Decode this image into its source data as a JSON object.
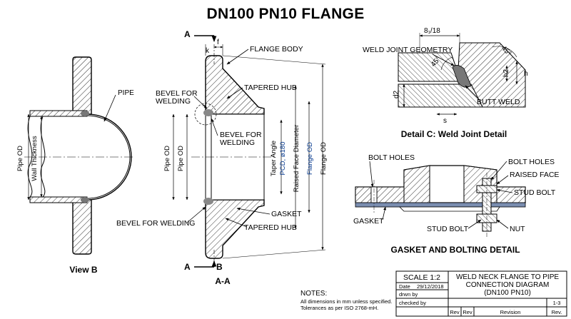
{
  "title": "DN100 PN10 FLANGE",
  "views": {
    "view_b": "View B",
    "section_aa": "A-A",
    "section_marker_a": "A",
    "section_marker_b": "B",
    "detail_c": "Detail C: Weld Joint Detail",
    "gasket_detail": "GASKET AND BOLTING DETAIL"
  },
  "labels": {
    "pipe": "PIPE",
    "pipe_od": "Pipe OD",
    "wall_thickness": "Wall Thickness",
    "k": "k",
    "f": "f",
    "flange_body": "FLANGE BODY",
    "tapered_hub": "TAPERED HUB",
    "bevel_for_welding_1": "BEVEL FOR",
    "bevel_for_welding_2": "WELDING",
    "bevel_for_welding": "BEVEL FOR WELDING",
    "taper_angle": "Taper Angle",
    "pcd": "PCD, ø180",
    "raised_face_diameter": "Raised Face Diameter",
    "flange_od": "Flange OD",
    "gasket": "GASKET",
    "weld_joint_geometry": "WELD JOINT GEOMETRY",
    "butt_weld": "BUTT WELD",
    "dim_top": "8₁/18",
    "angle_45": "45°",
    "h2": "h2",
    "h": "h",
    "d2": "d2",
    "s": "s",
    "bolt_holes": "BOLT HOLES",
    "raised_face": "RAISED FACE",
    "stud_bolt": "STUD BOLT",
    "nut": "NUT"
  },
  "notes": {
    "heading": "NOTES:",
    "line1": "All dimensions in mm unless specified.",
    "line2": "Tolerances as per ISO 2768-mH."
  },
  "title_block": {
    "scale": "SCALE 1:2",
    "date_label": "Date",
    "date_value": "29/12/2018",
    "drawn_by": "drwn by",
    "checked_by": "checked by",
    "drawing_title_1": "WELD NECK FLANGE TO PIPE",
    "drawing_title_2": "CONNECTION DIAGRAM",
    "drawing_title_3": "(DN100 PN10)",
    "sheet": "1-3",
    "rev1": "Rev",
    "rev2": "Rev",
    "revision": "Revision",
    "rev3": "Rev."
  }
}
